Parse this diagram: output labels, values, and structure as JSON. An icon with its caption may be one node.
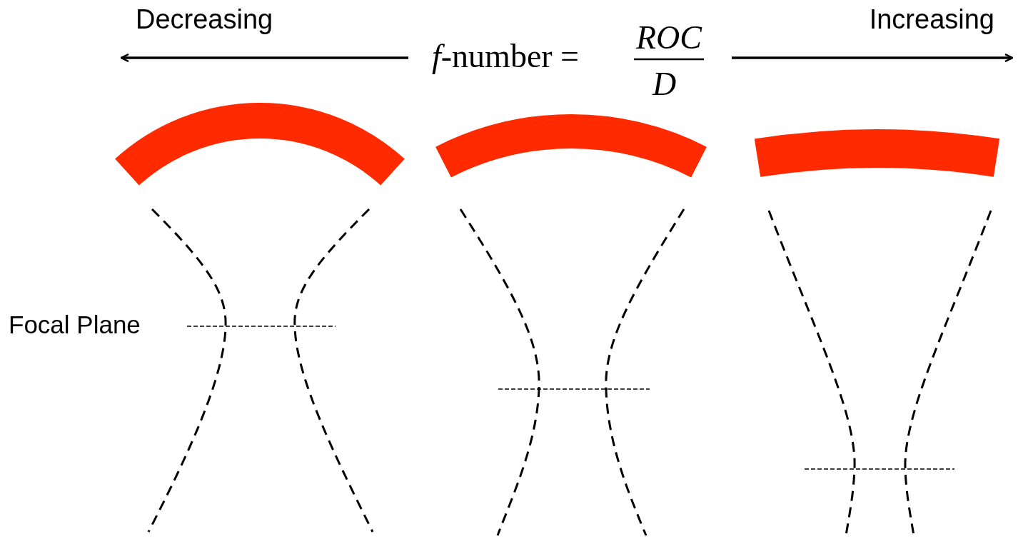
{
  "diagram": {
    "labels": [
      "Decreasing",
      "Increasing",
      "*f*-number =",
      "ROC",
      "D",
      "Focal Plane"
    ]
  }
}
